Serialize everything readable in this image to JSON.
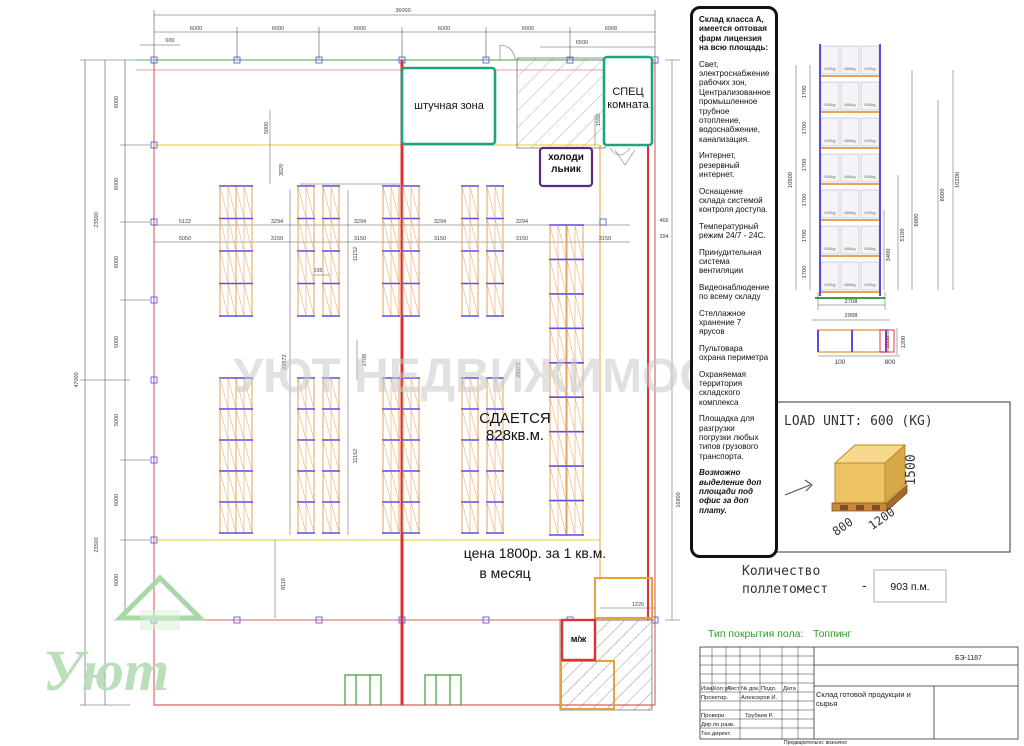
{
  "plan": {
    "overall_width": "36000",
    "top_dims": [
      "6000",
      "6000",
      "6000",
      "6000",
      "6000",
      "6068"
    ],
    "top_small_dims": [
      "600",
      "6500"
    ],
    "left_dims": [
      "6000",
      "6000",
      "6000",
      "5000",
      "5000",
      "6000",
      "6000"
    ],
    "outer_left_dims": [
      "23500",
      "47000",
      "23500"
    ],
    "inner_dims": {
      "aisle_a": "5122",
      "aisle_b": "5050",
      "gap_a": "3294",
      "gap_b": "3150",
      "gap_c": "3294",
      "gap_d": "3150",
      "gap_e": "3294",
      "gap_f": "3150",
      "gap_g": "3294",
      "gap_h": "3150",
      "right_a": "466",
      "right_b": "394",
      "v1": "3029",
      "v2": "11152",
      "v3": "11152",
      "v4": "2708",
      "v5": "28572",
      "v6": "8118",
      "r_total": "16800",
      "r_small": "1220",
      "e_small": "936",
      "top_v": "5000",
      "vv1": "1550"
    }
  },
  "zones": {
    "piece_zone": "штучная зона",
    "spec_room": "СПЕЦ комната",
    "fridge": "холоди льник",
    "wc": "м/ж",
    "for_rent_line1": "СДАЕТСЯ",
    "for_rent_line2": "828кв.м.",
    "price_line1": "цена 1800р. за 1 кв.м.",
    "price_line2": "в месяц"
  },
  "watermark": "УЮТ НЕДВИЖИМОСТЬ",
  "logo": "Уют",
  "info": {
    "heading": "Склад класса А, имеется оптовая фарм лицензия на всю площадь:",
    "items": [
      "Свет, электроснабжение рабочих зон, Централизованное промышленное трубное отопление, водоснабжение, канализация.",
      "Интернет, резервный интернет.",
      "Оснащение склада системой контроля доступа.",
      "Температурный режим 24/7 - 24С.",
      "Принудительная система вентиляции",
      "Видеонаблюдение по всему складу",
      "Стеллажное хранение 7 ярусов",
      "Пультовара охрана периметра",
      "Охраняемая территория складского комплекса",
      "Площадка для разгрузки погрузки любых типов грузового транспорта."
    ],
    "note": "Возможно выделение доп площади под офис за доп плату."
  },
  "rack_elevation": {
    "level_dims": [
      "1700",
      "1700",
      "1700",
      "1700",
      "1700",
      "1700"
    ],
    "total_a": "10500",
    "total_b": "10200",
    "heights": [
      "8500",
      "6800",
      "5100",
      "3400"
    ],
    "width_inner": "2708",
    "width_outer": "2908",
    "cell_label": "600kg",
    "plan_dims": [
      "100",
      "800",
      "1056",
      "1200"
    ]
  },
  "load_unit": {
    "label": "LOAD UNIT: 600 (KG)",
    "dims": [
      "1500",
      "800",
      "1200"
    ]
  },
  "pallet_count": {
    "label_line1": "Количество",
    "label_line2": "поллетомест",
    "dash": "-",
    "value": "903 п.м."
  },
  "floor": {
    "label": "Тип покрытия пола:",
    "value": "Топпинг"
  },
  "title_block": {
    "code": "БЭ-1187",
    "header": [
      "Изм.",
      "Кол.уч",
      "Лист",
      "№ док.",
      "Подп.",
      "Дата"
    ],
    "roles": [
      "Проектир.",
      "Провери.",
      "Дир.по разв.",
      "Тех.директ."
    ],
    "names": [
      "Алексеров И.",
      "Трубаев Р."
    ],
    "project_title": "Склад готовой продукции и сырья",
    "footer": "Предварительно: визначно"
  },
  "colors": {
    "frame": "#e08080",
    "red_wall": "#e03030",
    "yellow": "#e8e070",
    "green_line": "#8fd08f",
    "rack_orange": "#e7a35a",
    "rack_blue": "#5b4be0",
    "teal": "#1aa57e",
    "purple": "#5a2a80",
    "orange_box": "#e8a13a",
    "green_text": "#2aa02a"
  }
}
